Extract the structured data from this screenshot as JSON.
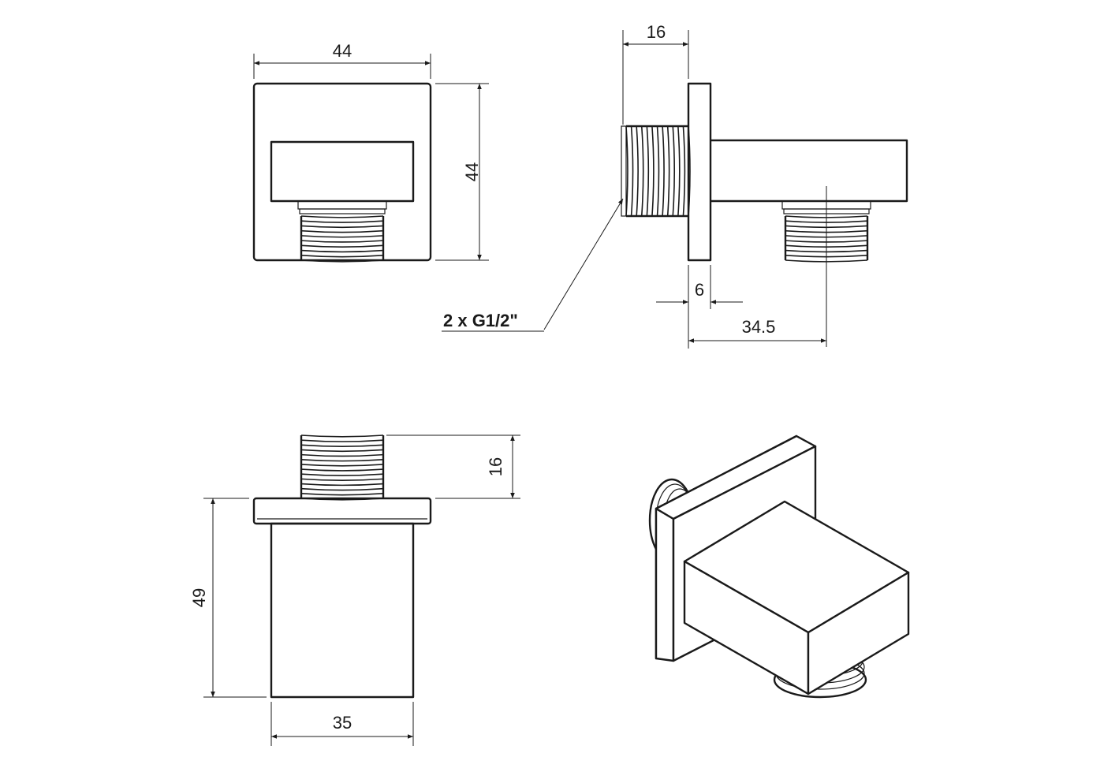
{
  "dimensions": {
    "front_width": "44",
    "front_height": "44",
    "side_thread_length": "16",
    "side_flange_thickness": "6",
    "side_projection": "34.5",
    "bottom_thread_length": "16",
    "bottom_height": "49",
    "bottom_width": "35"
  },
  "callouts": {
    "thread_spec": "2 x G1/2\""
  },
  "colors": {
    "ink": "#1a1a1a",
    "background": "#ffffff"
  }
}
